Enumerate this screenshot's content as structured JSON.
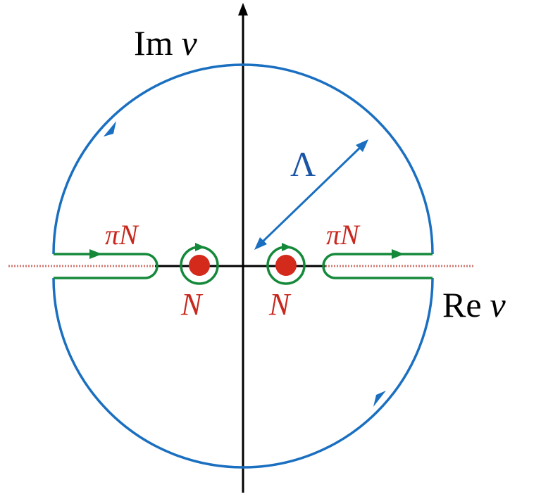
{
  "axes": {
    "im_label": {
      "prefix": "Im",
      "var": "ν"
    },
    "re_label": {
      "prefix": "Re",
      "var": "ν"
    }
  },
  "contour": {
    "radius_label": "Λ",
    "cut_labels": [
      "πN",
      "πN"
    ],
    "pole_labels": [
      "N",
      "N"
    ]
  },
  "colors": {
    "axis": "#000000",
    "big_contour": "#1a6fc0",
    "cut_contour": "#15893a",
    "branch_cut": "#cc2a1c",
    "pole": "#d42a1c",
    "label_red": "#c8281e",
    "label_blue": "#1a55a5"
  }
}
